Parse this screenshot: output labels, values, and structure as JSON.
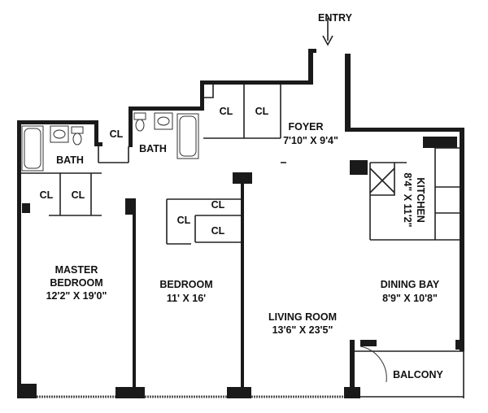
{
  "entry": "ENTRY",
  "rooms": {
    "foyer": {
      "name": "FOYER",
      "size": "7'10\" X 9'4\""
    },
    "kitchen": {
      "name": "KITCHEN",
      "size": "8'4\" X 11'2\""
    },
    "master_bedroom": {
      "name_line1": "MASTER",
      "name_line2": "BEDROOM",
      "size": "12'2\" X 19'0\""
    },
    "bedroom": {
      "name": "BEDROOM",
      "size": "11' X 16'"
    },
    "living_room": {
      "name": "LIVING ROOM",
      "size": "13'6\" X 23'5\""
    },
    "dining_bay": {
      "name": "DINING BAY",
      "size": "8'9\" X 10'8\""
    },
    "bath1": {
      "name": "BATH"
    },
    "bath2": {
      "name": "BATH"
    },
    "balcony": {
      "name": "BALCONY"
    }
  },
  "closet_label": "CL"
}
